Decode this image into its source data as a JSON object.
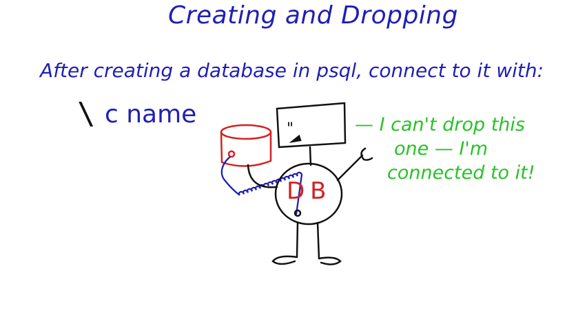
{
  "title": "Creating and Dropping",
  "instruction": "After creating a database in psql, connect to it with:",
  "command": {
    "backslash": "\\",
    "text": "c name"
  },
  "speech": {
    "line1": "— I can't drop this",
    "line2": "one — I'm",
    "line3": "connected to it!"
  },
  "character": {
    "body_label": "DB",
    "eyes": "''"
  },
  "colors": {
    "title": "#1f1fb4",
    "speech": "#28c228",
    "db_red": "#d42020",
    "ink": "#111111"
  }
}
